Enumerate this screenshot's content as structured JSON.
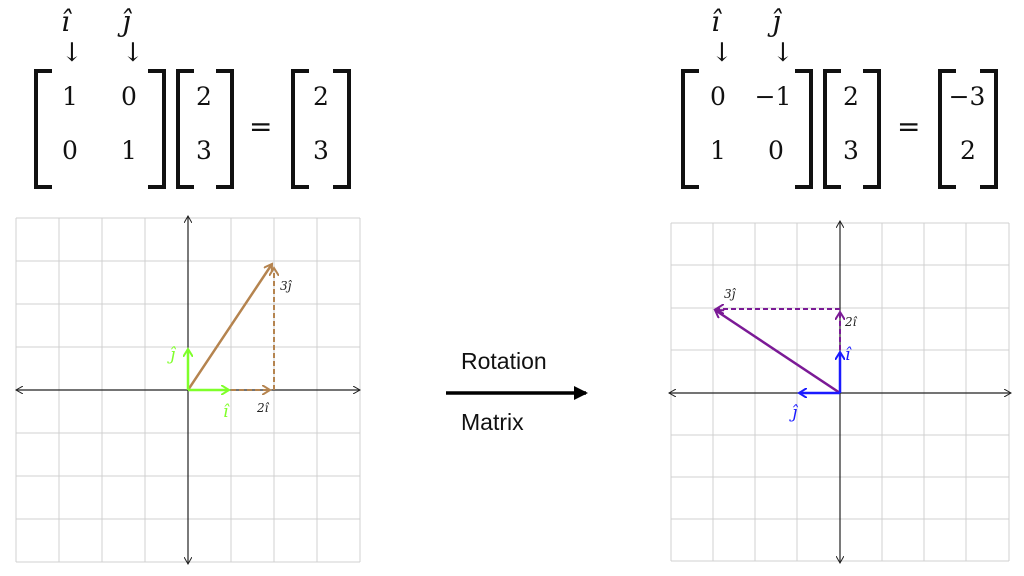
{
  "left": {
    "basis_i": "î",
    "basis_j": "ĵ",
    "down_arrow": "↓",
    "matrix": [
      [
        "1",
        "0"
      ],
      [
        "0",
        "1"
      ]
    ],
    "vector": [
      "2",
      "3"
    ],
    "equals": "=",
    "result": [
      "2",
      "3"
    ],
    "graph": {
      "label_i": "î",
      "label_j": "ĵ",
      "label_2i": "2î",
      "label_3j": "3ĵ",
      "colors": {
        "basis": "#7fff2a",
        "vector": "#b5844f",
        "dashed": "#b5844f"
      }
    }
  },
  "right": {
    "basis_i": "î",
    "basis_j": "ĵ",
    "down_arrow": "↓",
    "matrix": [
      [
        "0",
        "−1"
      ],
      [
        "1",
        "0"
      ]
    ],
    "vector": [
      "2",
      "3"
    ],
    "equals": "=",
    "result": [
      "−3",
      "2"
    ],
    "graph": {
      "label_i": "î",
      "label_j": "ĵ",
      "label_2i": "2î",
      "label_3j": "3ĵ",
      "colors": {
        "basis": "#1a1aff",
        "vector": "#7b1a96",
        "dashed": "#7b1a96"
      }
    }
  },
  "middle": {
    "label_top": "Rotation",
    "label_bottom": "Matrix"
  }
}
